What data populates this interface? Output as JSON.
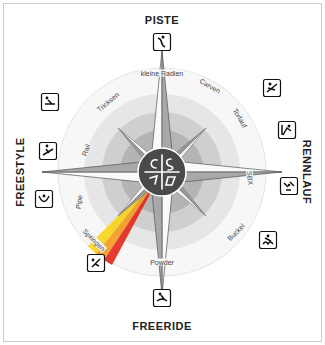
{
  "diagram": {
    "labels": [
      "PISTE",
      "kleine Radien",
      "Carven",
      "Torlauf",
      "RENNLAUF",
      "SBX",
      "Buckel",
      "FREERIDE",
      "Powder",
      "Springen",
      "Pipe",
      "Rail",
      "FREESTYLE",
      "Tricksen"
    ]
  }
}
